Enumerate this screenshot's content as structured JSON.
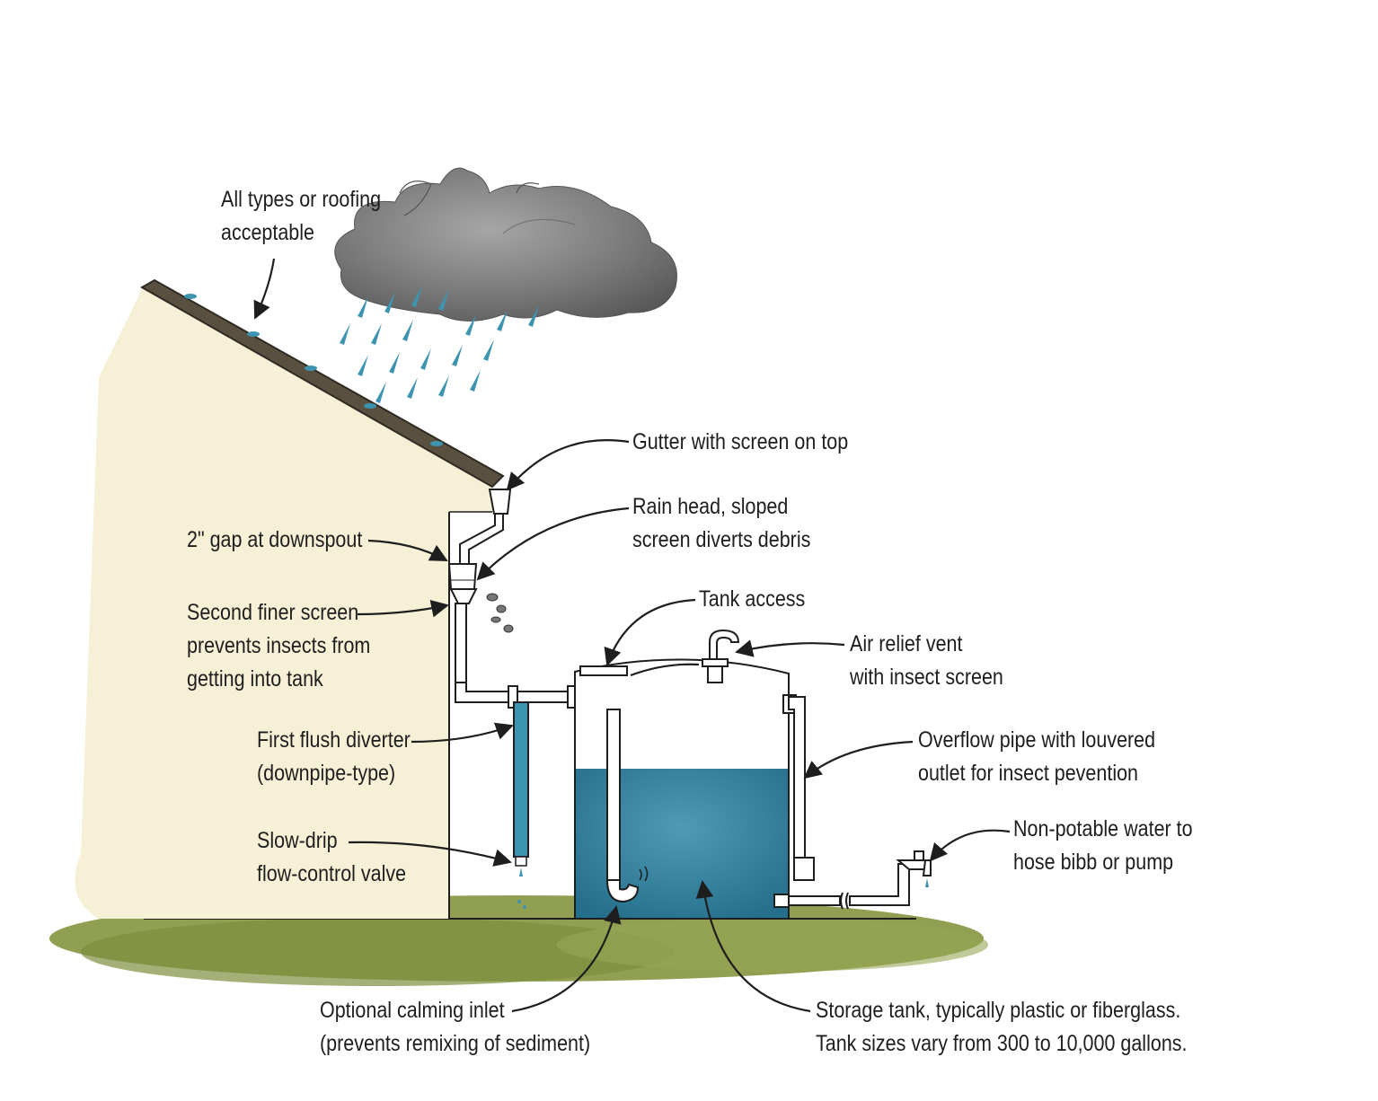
{
  "labels": {
    "roofing": [
      "All types or roofing",
      "acceptable"
    ],
    "gutter": [
      "Gutter with screen on top"
    ],
    "rain_head": [
      "Rain head, sloped",
      "screen diverts debris"
    ],
    "gap": [
      "2\" gap at downspout"
    ],
    "second_screen": [
      "Second finer screen",
      "prevents insects from",
      "getting into tank"
    ],
    "tank_access": [
      "Tank access"
    ],
    "air_vent": [
      "Air relief vent",
      "with insect screen"
    ],
    "first_flush": [
      "First flush diverter",
      "(downpipe-type)"
    ],
    "overflow": [
      "Overflow pipe with louvered",
      "outlet for insect pevention"
    ],
    "slow_drip": [
      "Slow-drip",
      "flow-control valve"
    ],
    "non_potable": [
      "Non-potable water to",
      "hose bibb or pump"
    ],
    "calming": [
      "Optional calming inlet",
      "(prevents remixing of sediment)"
    ],
    "storage": [
      "Storage tank, typically plastic or fiberglass.",
      "Tank sizes vary from 300 to 10,000 gallons."
    ]
  },
  "colors": {
    "wall": "#f6f0d6",
    "roof": "#5a5040",
    "cloud": "#7c7c7c",
    "rain": "#3d94b0",
    "water": "#2f7f9c",
    "grass": "#8a9a48",
    "ink": "#1e1e1e"
  }
}
